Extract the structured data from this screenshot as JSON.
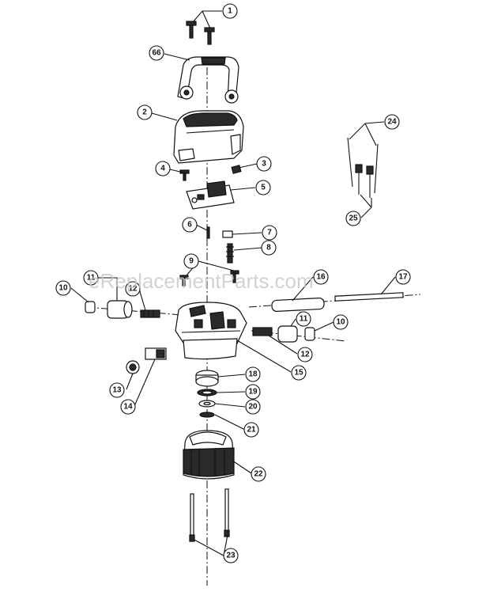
{
  "watermark": "eReplacementParts.com",
  "callouts": [
    "1",
    "66",
    "2",
    "3",
    "4",
    "5",
    "6",
    "7",
    "8",
    "9",
    "10",
    "11",
    "12",
    "13",
    "14",
    "15",
    "16",
    "17",
    "18",
    "19",
    "20",
    "21",
    "22",
    "23",
    "24",
    "25"
  ]
}
